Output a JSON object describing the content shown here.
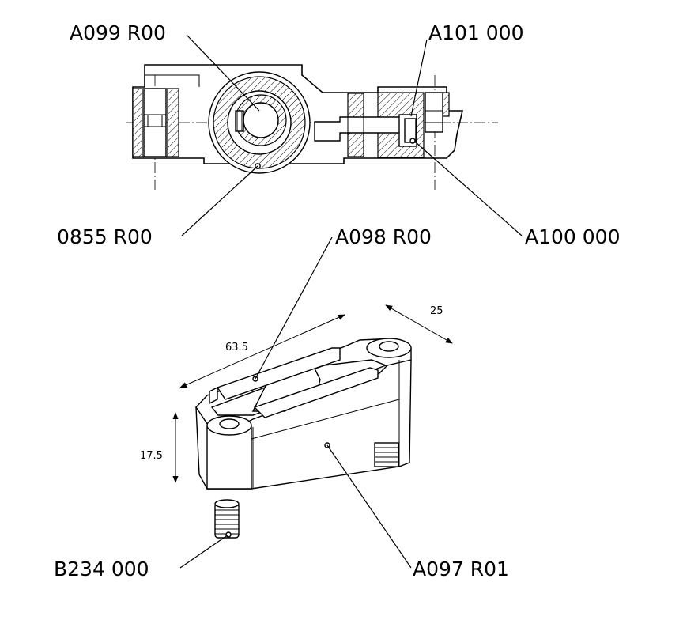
{
  "labels": {
    "a099": "A099  R00",
    "a101": "A101 000",
    "p0855": "0855  R00",
    "a100": "A100  000",
    "a098": "A098  R00",
    "b234": "B234  000",
    "a097": "A097  R01"
  },
  "dimensions": {
    "length": "63.5",
    "width": "25",
    "height": "17.5"
  },
  "colors": {
    "ink": "#000000",
    "background": "#ffffff"
  }
}
